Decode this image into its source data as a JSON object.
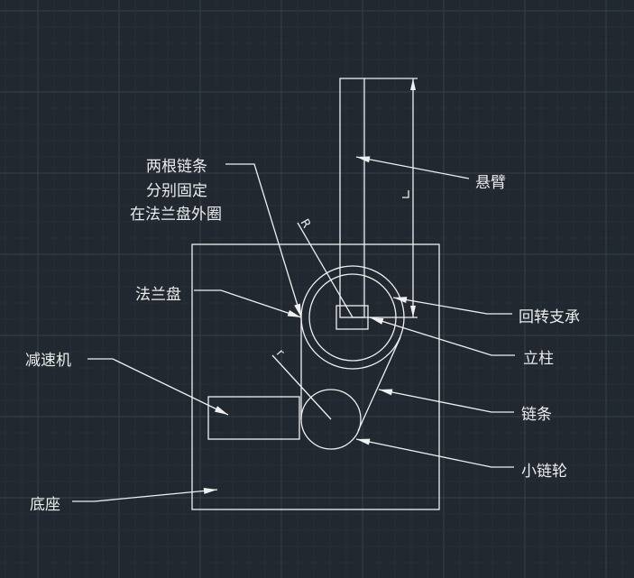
{
  "labels": {
    "arm": "悬臂",
    "chain_note_1": "两根链条",
    "chain_note_2": "分别固定",
    "chain_note_3": "在法兰盘外圈",
    "flange": "法兰盘",
    "slewing_bearing": "回转支承",
    "column": "立柱",
    "chain": "链条",
    "small_sprocket": "小链轮",
    "reducer": "减速机",
    "base": "底座",
    "radius_dim": "R",
    "small_dim": "r"
  },
  "colors": {
    "background": "#212830",
    "line": "#f0f0f0",
    "grid_minor": "#262e37",
    "grid_major": "#36404b"
  }
}
